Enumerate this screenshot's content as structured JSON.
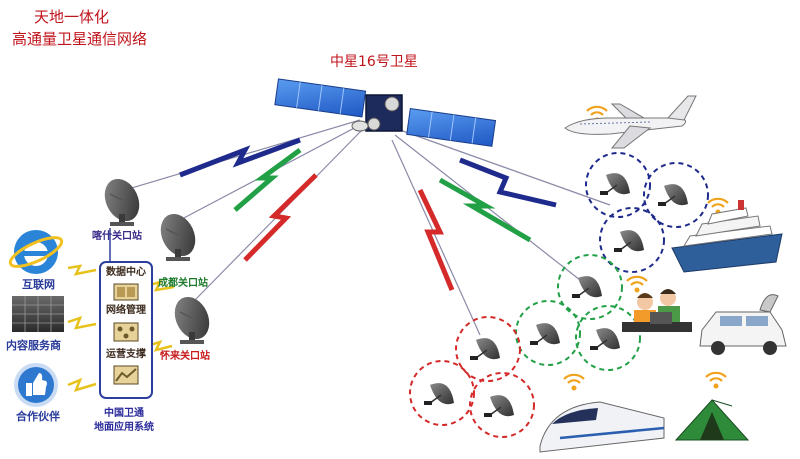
{
  "title": {
    "line1": "天地一体化",
    "line2": "高通量卫星通信网络"
  },
  "satellite": {
    "label": "中星16号卫星"
  },
  "ground_stations": {
    "kashgar": "喀什关口站",
    "chengdu": "成都关口站",
    "huailai": "怀来关口站"
  },
  "left_nodes": {
    "internet": "互联网",
    "content": "内容服务商",
    "partners": "合作伙伴"
  },
  "system_box": {
    "items": [
      "数据中心",
      "网络管理",
      "运营支撑"
    ],
    "caption_line1": "中国卫通",
    "caption_line2": "地面应用系统"
  },
  "colors": {
    "title_red": "#c0141c",
    "beam_red": "#d42a2a",
    "beam_green": "#22a046",
    "beam_navy": "#1e2a8c",
    "panel_blue": "#2f6fd4"
  },
  "icons": [
    "airplane-icon",
    "ship-icon",
    "car-icon",
    "tent-icon",
    "train-icon",
    "children-laptop-icon",
    "wifi-icon",
    "satellite-dish-icon",
    "internet-explorer-icon",
    "server-rack-icon",
    "thumbs-up-icon"
  ]
}
